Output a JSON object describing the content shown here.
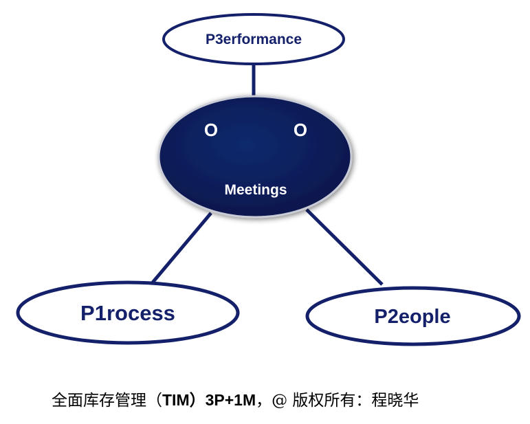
{
  "nodes": {
    "performance": "P3erformance",
    "meetings": "Meetings",
    "eye_left": "O",
    "eye_right": "O",
    "process": "P1rocess",
    "people": "P2eople"
  },
  "footer": {
    "prefix": "全面库存管理（",
    "bold": "TIM）3P+1M",
    "suffix": "，@ 版权所有：程晓华"
  },
  "colors": {
    "navy": "#14216a",
    "fill_dark": "#0a1a55"
  }
}
